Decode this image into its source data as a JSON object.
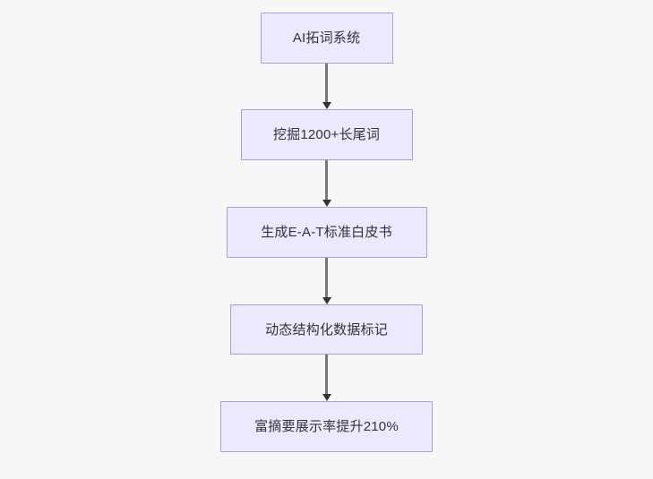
{
  "diagram": {
    "type": "flowchart",
    "direction": "top-to-bottom",
    "background_color": "#f7f7f8",
    "node_fill_color": "#ece8fd",
    "node_border_color": "#b19ae0",
    "node_text_color": "#333338",
    "connector_color": "#777777",
    "arrowhead_color": "#333338",
    "nodes": [
      {
        "id": "n0",
        "label": "AI拓词系统"
      },
      {
        "id": "n1",
        "label": "挖掘1200+长尾词"
      },
      {
        "id": "n2",
        "label": "生成E-A-T标准白皮书"
      },
      {
        "id": "n3",
        "label": "动态结构化数据标记"
      },
      {
        "id": "n4",
        "label": "富摘要展示率提升210%"
      }
    ],
    "edges": [
      {
        "id": "e0",
        "from": "n0",
        "to": "n1",
        "label": ""
      },
      {
        "id": "e1",
        "from": "n1",
        "to": "n2",
        "label": ""
      },
      {
        "id": "e2",
        "from": "n2",
        "to": "n3",
        "label": ""
      },
      {
        "id": "e3",
        "from": "n3",
        "to": "n4",
        "label": ""
      }
    ]
  }
}
